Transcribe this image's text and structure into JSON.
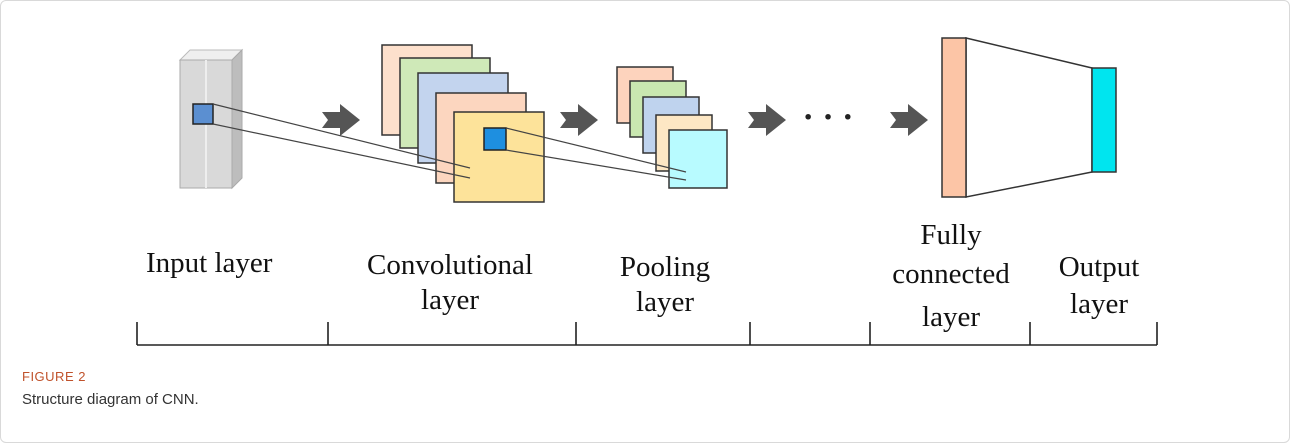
{
  "figure": {
    "label": "FIGURE 2",
    "caption": "Structure diagram of CNN."
  },
  "stages": {
    "input": "Input layer",
    "conv_line1": "Convolutional",
    "conv_line2": "layer",
    "pool_line1": "Pooling",
    "pool_line2": "layer",
    "fc_line1": "Fully",
    "fc_line2": "connected",
    "fc_line3": "layer",
    "out_line1": "Output",
    "out_line2": "layer"
  },
  "ellipsis": "· · ·",
  "colors": {
    "conv_maps": [
      "#fde0cc",
      "#cfe9b8",
      "#c3d4ee",
      "#fcd6bf",
      "#fde39a"
    ],
    "pool_maps": [
      "#fdd3bd",
      "#c9e7b0",
      "#bfd3ee",
      "#fde7c4",
      "#b8fbff"
    ],
    "input_block": "#d9d9d9",
    "kernel": "#4a90d9",
    "fully_connected": "#fcc5a6",
    "output": "#00e5ef",
    "arrow": "#555555"
  }
}
